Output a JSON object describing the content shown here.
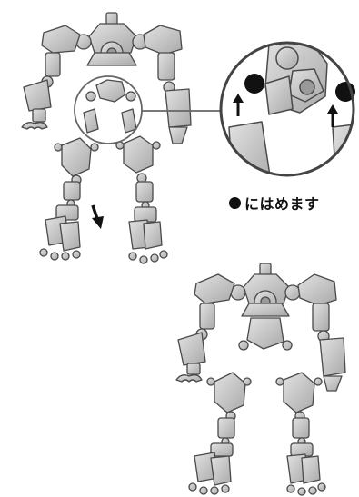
{
  "instruction": {
    "marker_symbol": "●",
    "text": "にはめます"
  },
  "figures": [
    {
      "id": "robot-disassembled",
      "state": "hips detached, arrow shows leg moving down"
    },
    {
      "id": "robot-assembled",
      "state": "complete figure"
    }
  ],
  "icons": {
    "attach_arrow": "arrow-up-icon",
    "move_arrow": "arrow-down-icon",
    "peg_marker": "filled-circle-icon"
  },
  "colors": {
    "part_fill": "#c9c9c9",
    "part_shadow": "#9a9a9a",
    "outline": "#4a4a4a",
    "marker": "#111111"
  }
}
